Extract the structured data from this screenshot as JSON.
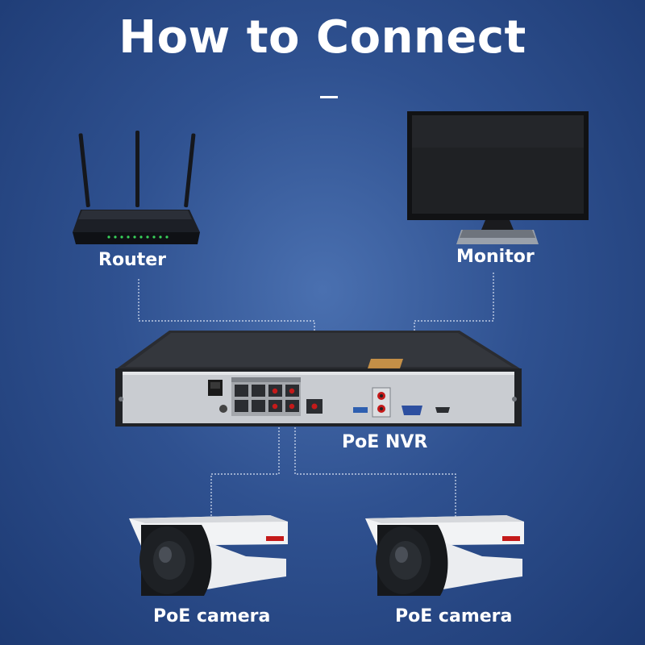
{
  "title": "How to Connect",
  "labels": {
    "router": "Router",
    "monitor": "Monitor",
    "nvr": "PoE NVR",
    "camera_left": "PoE camera",
    "camera_right": "PoE camera"
  },
  "colors": {
    "background": "#2f5190",
    "text": "#ffffff",
    "port_red": "#c41a1a"
  }
}
